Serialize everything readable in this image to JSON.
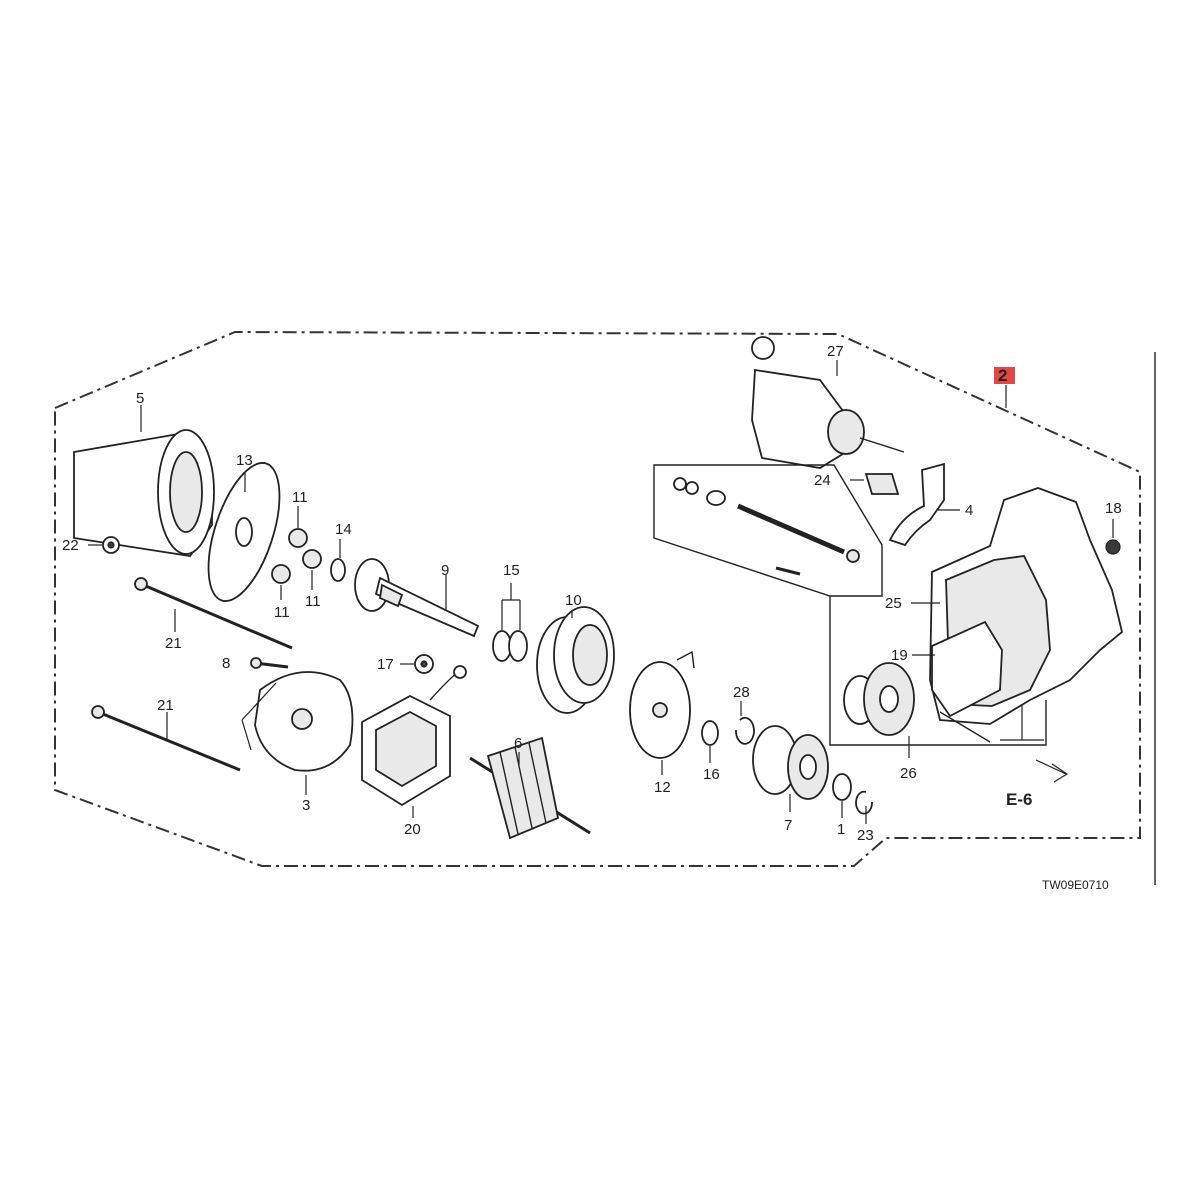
{
  "diagram": {
    "callout_badge": "2",
    "badge_color": "#e04848",
    "reference_label": "E-6",
    "figure_code": "TW09E0710",
    "callouts": {
      "n1": "1",
      "n3": "3",
      "n4": "4",
      "n5": "5",
      "n6": "6",
      "n7": "7",
      "n8": "8",
      "n9": "9",
      "n10": "10",
      "n11a": "11",
      "n11b": "11",
      "n11c": "11",
      "n12": "12",
      "n13": "13",
      "n14": "14",
      "n15": "15",
      "n16": "16",
      "n17": "17",
      "n18": "18",
      "n19": "19",
      "n20": "20",
      "n21a": "21",
      "n21b": "21",
      "n22": "22",
      "n23": "23",
      "n24": "24",
      "n25": "25",
      "n26": "26",
      "n27": "27",
      "n28": "28"
    }
  }
}
